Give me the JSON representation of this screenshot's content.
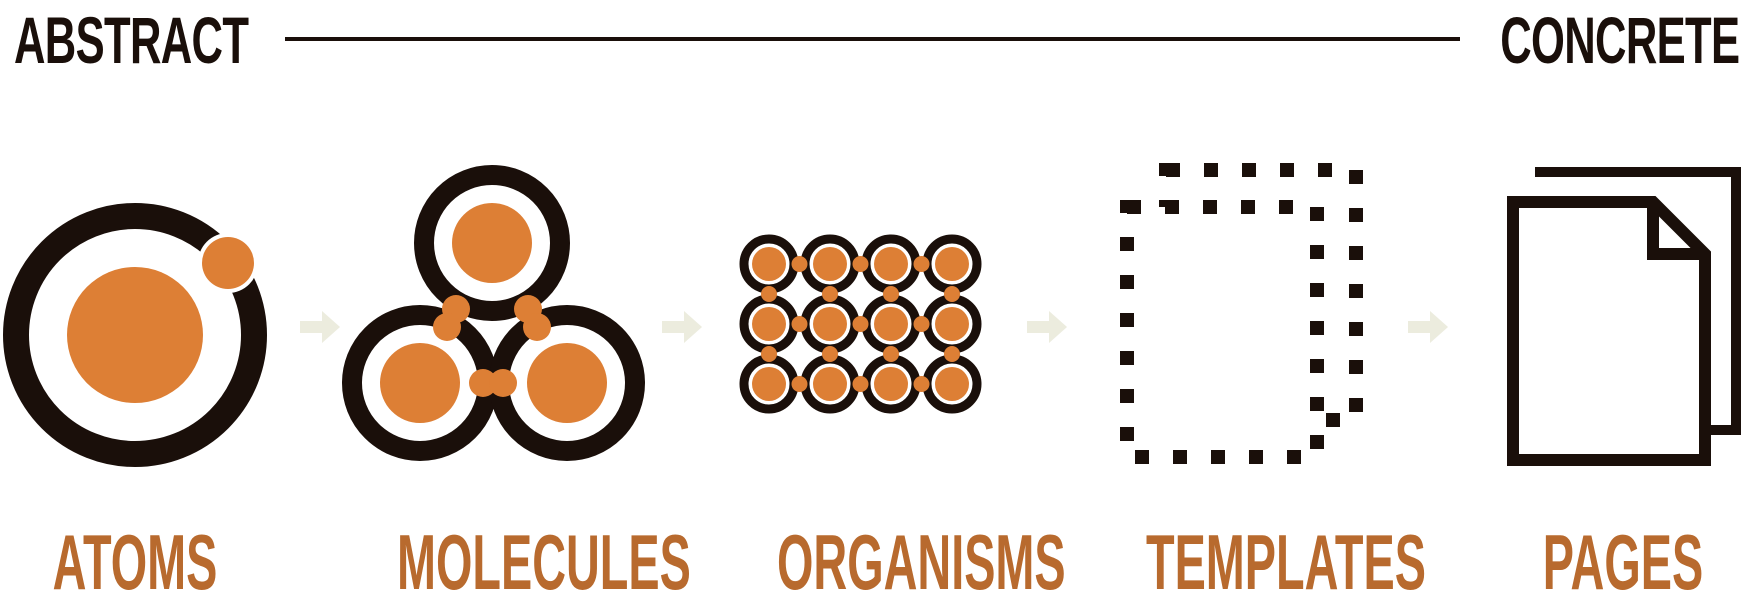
{
  "header": {
    "left_label": "ABSTRACT",
    "right_label": "CONCRETE"
  },
  "stages": [
    {
      "label": "ATOMS"
    },
    {
      "label": "MOLECULES"
    },
    {
      "label": "ORGANISMS"
    },
    {
      "label": "TEMPLATES"
    },
    {
      "label": "PAGES"
    }
  ],
  "colors": {
    "ink": "#1a0f0a",
    "accent_fill": "#dd7f35",
    "label": "#b86a2e",
    "arrow": "#ececde"
  }
}
